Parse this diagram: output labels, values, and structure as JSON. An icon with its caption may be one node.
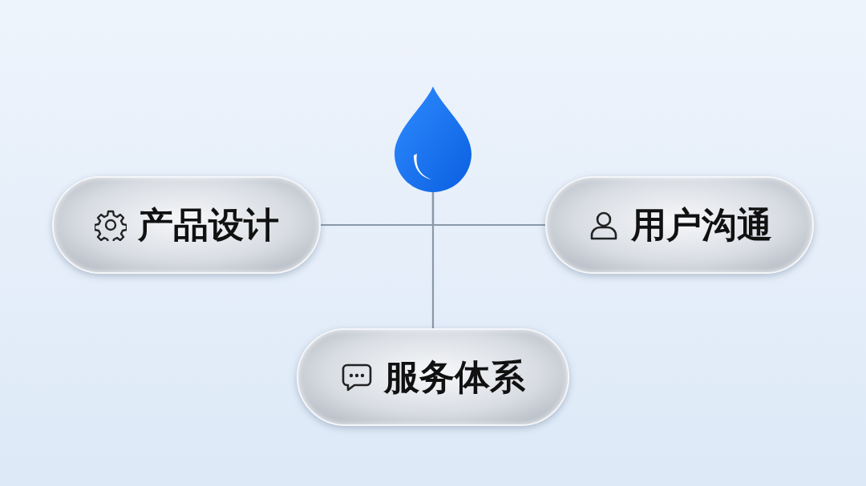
{
  "diagram": {
    "nodes": [
      {
        "text": [],
        "shape": "drop"
      },
      {
        "text": [
          "产品设计"
        ]
      },
      {
        "text": [
          "用户沟通"
        ]
      },
      {
        "text": [
          "服务体系"
        ]
      }
    ],
    "edges": [
      {
        "from": 0,
        "to": 1,
        "arrow": "none"
      },
      {
        "from": 0,
        "to": 2,
        "arrow": "none"
      },
      {
        "from": 0,
        "to": 3,
        "arrow": "none"
      }
    ]
  }
}
